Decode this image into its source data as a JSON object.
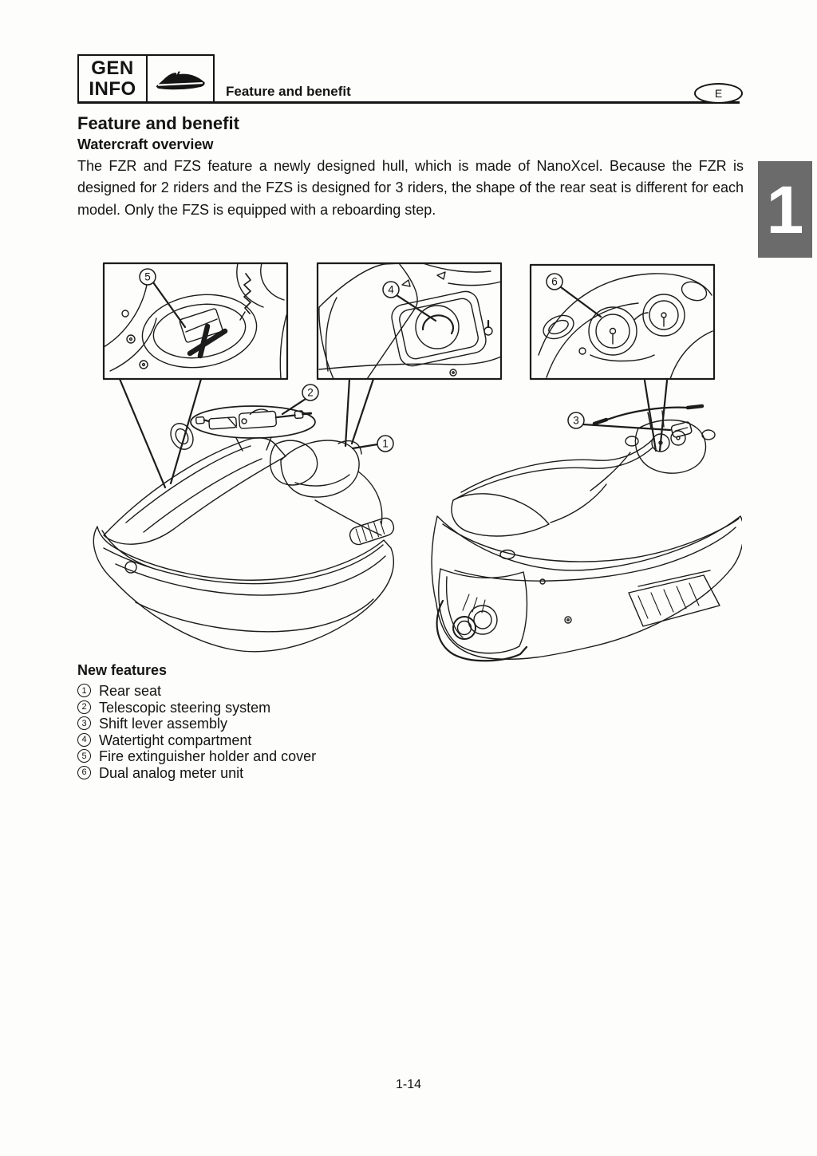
{
  "header": {
    "section_label_line1": "GEN",
    "section_label_line2": "INFO",
    "title": "Feature and benefit",
    "language_code": "E"
  },
  "chapter_tab": {
    "number": "1",
    "color": "#6b6b6b"
  },
  "content": {
    "heading": "Feature and benefit",
    "subheading": "Watercraft overview",
    "paragraph": "The FZR and FZS feature a newly designed hull, which is made of NanoXcel. Because the FZR is designed for 2 riders and the FZS is designed for 3 riders, the shape of the rear seat is different for each model. Only the FZS is equipped with a reboarding step."
  },
  "figure": {
    "detail_callouts": {
      "fire_extinguisher": "5",
      "watertight_compartment": "4",
      "meter_unit": "6"
    },
    "main_callouts": {
      "rear_seat": "1",
      "telescopic_steering": "2",
      "shift_lever": "3"
    }
  },
  "new_features": {
    "heading": "New features",
    "items": [
      {
        "number": "1",
        "label": "Rear seat"
      },
      {
        "number": "2",
        "label": "Telescopic steering system"
      },
      {
        "number": "3",
        "label": "Shift lever assembly"
      },
      {
        "number": "4",
        "label": "Watertight compartment"
      },
      {
        "number": "5",
        "label": "Fire extinguisher holder and cover"
      },
      {
        "number": "6",
        "label": "Dual analog meter unit"
      }
    ]
  },
  "footer": {
    "page_number": "1-14"
  }
}
